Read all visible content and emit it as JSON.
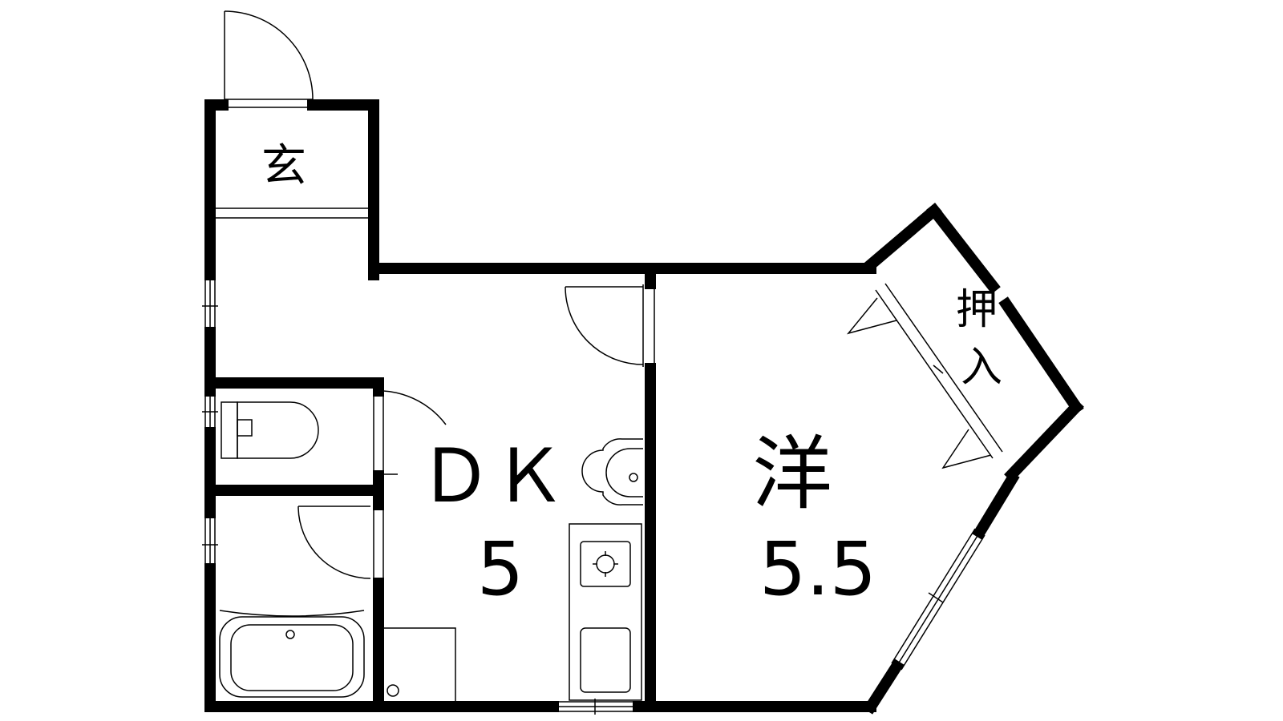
{
  "rooms": {
    "entrance": {
      "label": "玄"
    },
    "dk": {
      "label": "ＤＫ",
      "size": "5"
    },
    "western": {
      "label": "洋",
      "size": "5.5"
    },
    "closet": {
      "label_top": "押",
      "label_bottom": "入"
    }
  },
  "colors": {
    "line": "#000000",
    "background": "#ffffff"
  },
  "icons": [
    "door-swing-icon",
    "toilet-icon",
    "bathtub-icon",
    "sink-icon",
    "stove-icon",
    "washer-icon",
    "window-icon"
  ]
}
